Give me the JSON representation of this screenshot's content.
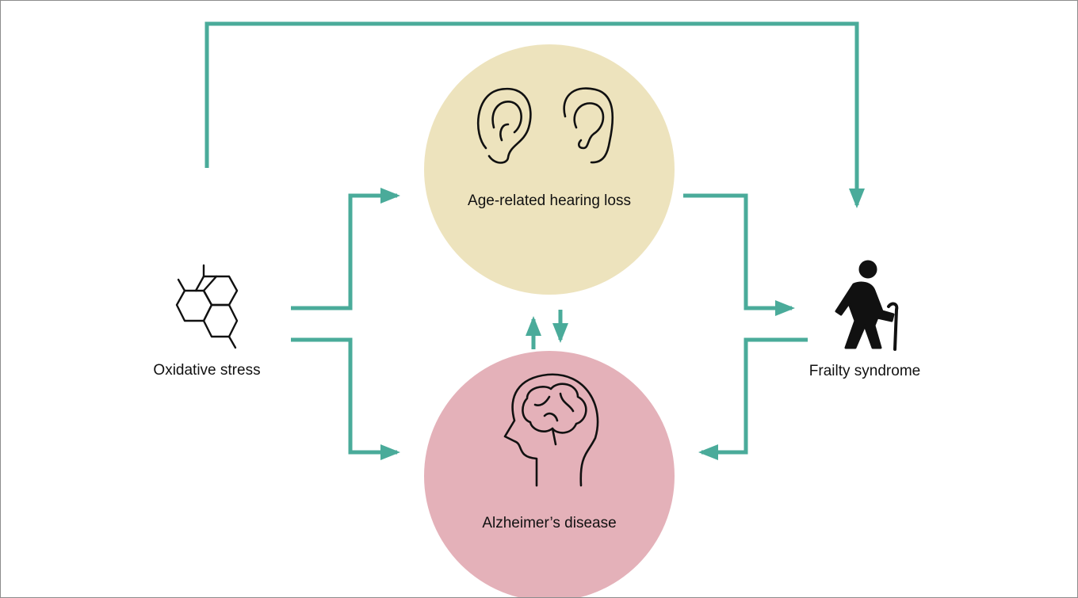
{
  "nodes": {
    "oxidative_stress": "Oxidative stress",
    "hearing_loss": "Age-related hearing loss",
    "alzheimers": "Alzheimer’s disease",
    "frailty": "Frailty syndrome"
  },
  "icons": {
    "oxidative_stress": "molecule-icon",
    "hearing_loss": "ears-icon",
    "alzheimers": "brain-head-icon",
    "frailty": "elderly-person-with-cane-icon"
  },
  "colors": {
    "arrow": "#4aab9a",
    "hearing_circle": "#ede3bd",
    "alzheimers_circle": "#e4b1b9",
    "icon_stroke": "#111111"
  }
}
